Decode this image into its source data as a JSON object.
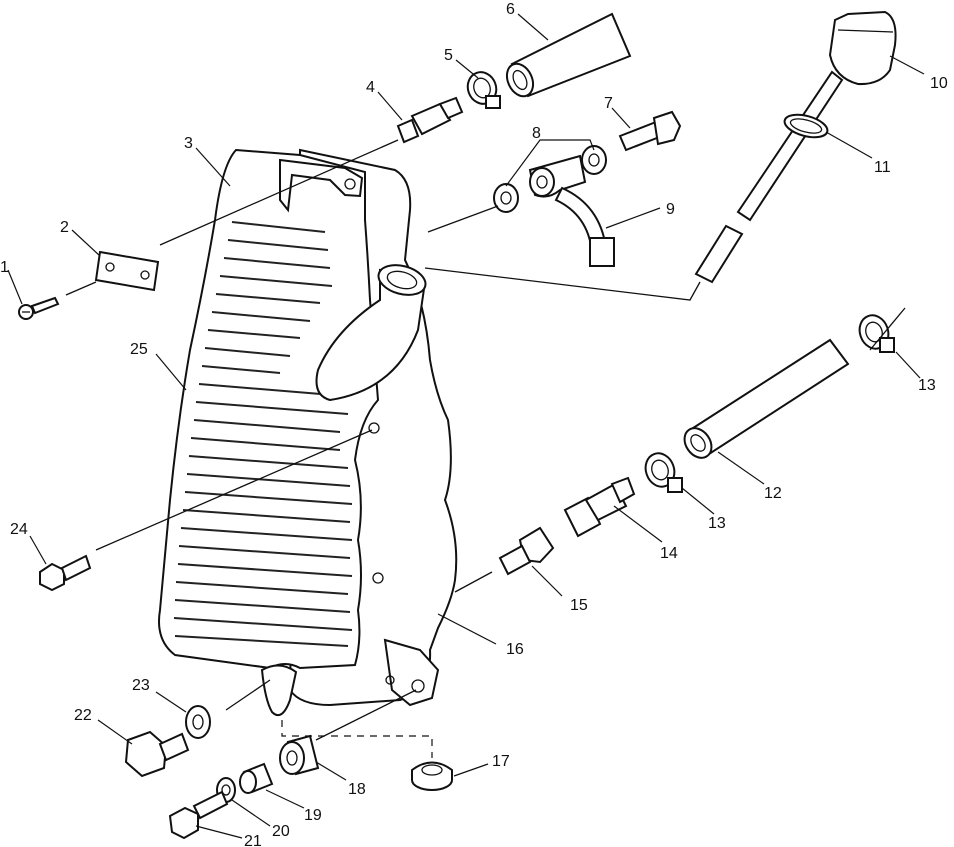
{
  "callouts": [
    {
      "id": "c1",
      "text": "1"
    },
    {
      "id": "c2",
      "text": "2"
    },
    {
      "id": "c3",
      "text": "3"
    },
    {
      "id": "c4",
      "text": "4"
    },
    {
      "id": "c5",
      "text": "5"
    },
    {
      "id": "c6",
      "text": "6"
    },
    {
      "id": "c7",
      "text": "7"
    },
    {
      "id": "c8",
      "text": "8"
    },
    {
      "id": "c9",
      "text": "9"
    },
    {
      "id": "c10",
      "text": "10"
    },
    {
      "id": "c11",
      "text": "11"
    },
    {
      "id": "c12",
      "text": "12"
    },
    {
      "id": "c13a",
      "text": "13"
    },
    {
      "id": "c13b",
      "text": "13"
    },
    {
      "id": "c14",
      "text": "14"
    },
    {
      "id": "c15",
      "text": "15"
    },
    {
      "id": "c16",
      "text": "16"
    },
    {
      "id": "c17",
      "text": "17"
    },
    {
      "id": "c18",
      "text": "18"
    },
    {
      "id": "c19",
      "text": "19"
    },
    {
      "id": "c20",
      "text": "20"
    },
    {
      "id": "c21",
      "text": "21"
    },
    {
      "id": "c22",
      "text": "22"
    },
    {
      "id": "c23",
      "text": "23"
    },
    {
      "id": "c24",
      "text": "24"
    },
    {
      "id": "c25",
      "text": "25"
    }
  ]
}
